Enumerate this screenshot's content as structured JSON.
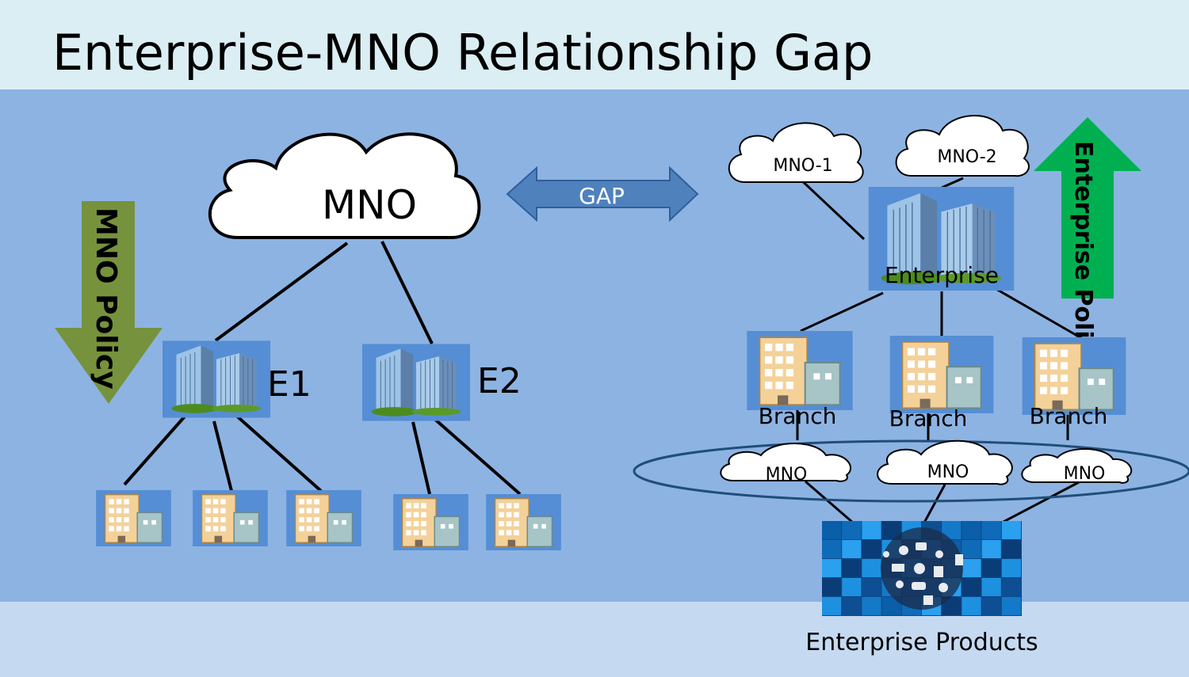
{
  "slide": {
    "title": "Enterprise-MNO Relationship Gap"
  },
  "left": {
    "cloud_label": "MNO",
    "policy_arrow_label": "MNO Policy",
    "enterprises": [
      "E1",
      "E2"
    ]
  },
  "gap": {
    "label": "GAP"
  },
  "right": {
    "top_clouds": [
      "MNO-1",
      "MNO-2"
    ],
    "enterprise_label": "Enterprise",
    "policy_arrow_label": "Enterprise Policy",
    "branches": [
      "Branch",
      "Branch",
      "Branch"
    ],
    "branch_clouds": [
      "MNO",
      "MNO",
      "MNO"
    ],
    "products_label": "Enterprise Products"
  },
  "colors": {
    "title_bar": "#daeef3",
    "main_panel": "#8db3e2",
    "bottom_band": "#c5d9f1",
    "mno_policy_arrow": "#76923c",
    "enterprise_policy_arrow": "#00b050",
    "gap_arrow": "#4f81bd"
  }
}
